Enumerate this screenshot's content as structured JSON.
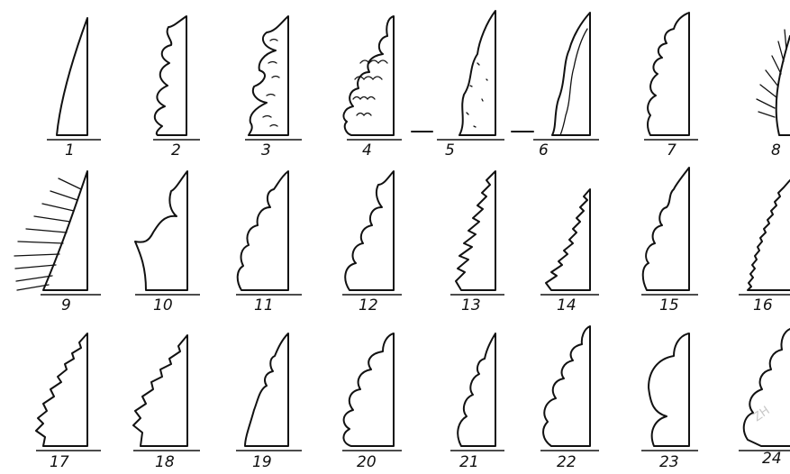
{
  "figure": {
    "labels": [
      "1",
      "2",
      "3",
      "4",
      "5",
      "6",
      "7",
      "8",
      "9",
      "10",
      "11",
      "12",
      "13",
      "14",
      "15",
      "16",
      "17",
      "18",
      "19",
      "20",
      "21",
      "22",
      "23",
      "24"
    ],
    "watermark": "ZH"
  },
  "colors": {
    "ink": "#111111",
    "paper": "#ffffff",
    "watermark": "#c8c8c8"
  }
}
